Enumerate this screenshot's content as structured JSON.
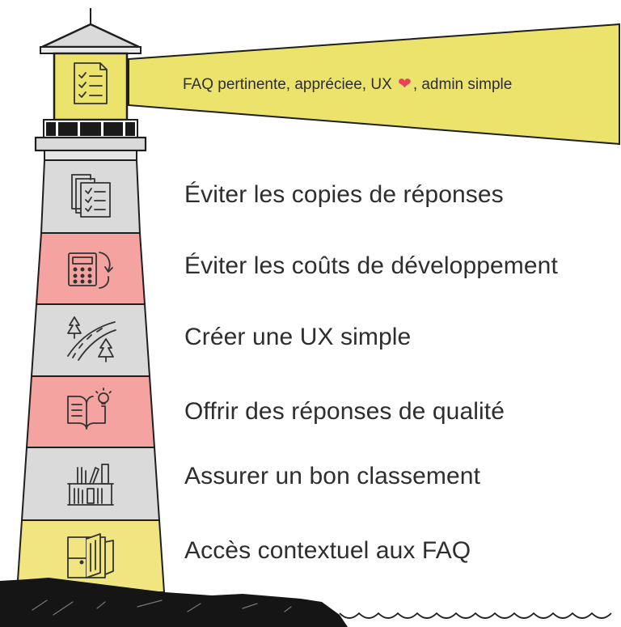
{
  "beam": {
    "text_before": "FAQ pertinente, appréciee, UX",
    "text_after": ", admin simple",
    "icon": "heart-icon",
    "color": "#ece36c"
  },
  "lantern_icon": "checklist-document-icon",
  "levels": [
    {
      "label": "Éviter les copies de réponses",
      "icon": "stacked-checklists-icon",
      "color": "#dadada"
    },
    {
      "label": "Éviter les coûts de développement",
      "icon": "calculator-cycle-icon",
      "color": "#f4a3a0"
    },
    {
      "label": "Créer une UX simple",
      "icon": "road-trees-icon",
      "color": "#dadada"
    },
    {
      "label": "Offrir des réponses de qualité",
      "icon": "book-lightbulb-icon",
      "color": "#f4a3a0"
    },
    {
      "label": "Assurer un bon classement",
      "icon": "bookshelf-icon",
      "color": "#dadada"
    },
    {
      "label": "Accès contextuel aux FAQ",
      "icon": "open-door-icon",
      "color": "#f0e580"
    }
  ],
  "colors": {
    "outline": "#1f1f1f",
    "ground": "#151515"
  }
}
